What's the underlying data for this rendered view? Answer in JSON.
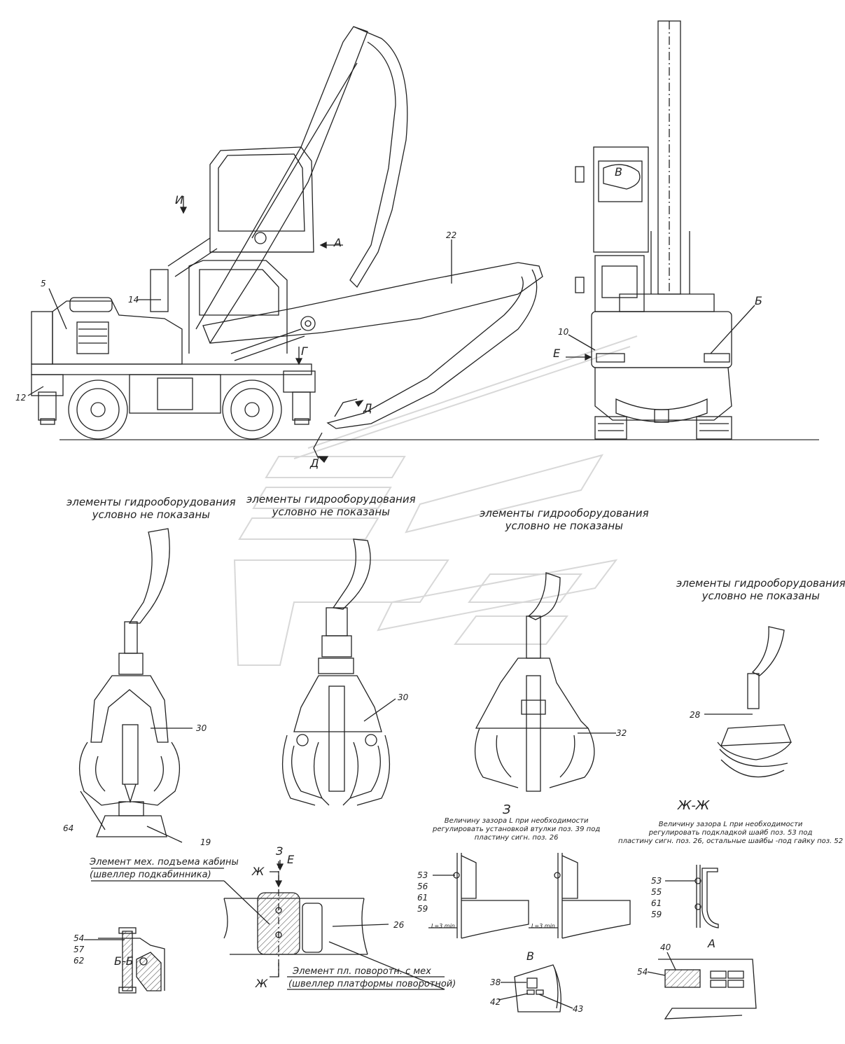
{
  "notes": {
    "hidden_hydraulics": "элементы гидрооборудования\nусловно не показаны"
  },
  "views": {
    "A": "А",
    "B": "Б",
    "B_section": "Б-Б",
    "V": "В",
    "V_section": "В",
    "G": "Г",
    "D": "Д",
    "E": "Е",
    "I": "И",
    "Z": "З",
    "Zh": "Ж",
    "ZhZh": "Ж-Ж"
  },
  "positions": {
    "p5": "5",
    "p10": "10",
    "p12": "12",
    "p14": "14",
    "p19": "19",
    "p22": "22",
    "p26": "26",
    "p28": "28",
    "p30": "30",
    "p32": "32",
    "p38": "38",
    "p40": "40",
    "p42": "42",
    "p43": "43",
    "p54": "54",
    "p64": "64"
  },
  "stacks": {
    "z_left": [
      "53",
      "56",
      "61",
      "59"
    ],
    "zh_right": [
      "53",
      "55",
      "61",
      "59"
    ],
    "bb": [
      "54",
      "57",
      "62"
    ]
  },
  "annotations": {
    "cab_lift_1": "Элемент мех. подъема кабины",
    "cab_lift_2": "(швеллер подкабинника)",
    "platform_1": "Элемент пл. поворотн. с мех",
    "platform_2": "(швеллер платформы поворотной)",
    "gap_z": "Величину зазора L при необходимости\nрегулировать установкой втулки поз. 39 под\nпластину сигн. поз. 26",
    "gap_zh": "Величину зазора L при необходимости\nрегулировать подкладкой шайб поз. 53 под\nпластину сигн. поз. 26, остальные шайбы -под гайку поз. 52",
    "gap_dim": "L=3 min"
  }
}
